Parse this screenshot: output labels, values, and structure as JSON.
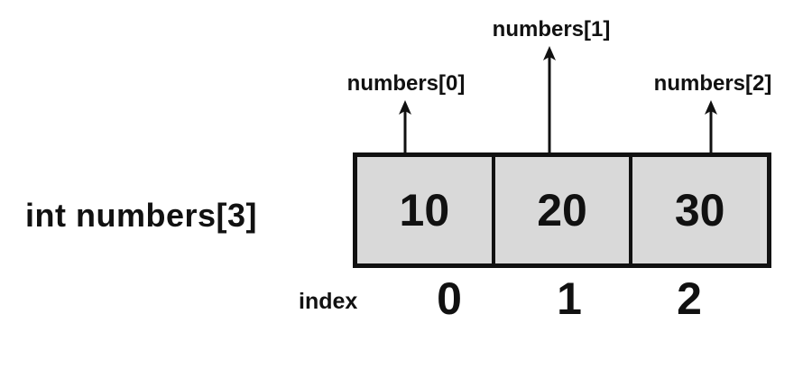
{
  "diagram": {
    "title_semantic": "array-memory-diagram",
    "declaration": "int numbers[3]",
    "pointer_labels": [
      "numbers[0]",
      "numbers[1]",
      "numbers[2]"
    ],
    "cells": [
      "10",
      "20",
      "30"
    ],
    "index_label": "index",
    "indices": [
      "0",
      "1",
      "2"
    ],
    "colors": {
      "background": "#ffffff",
      "cell_fill": "#d9d9d9",
      "line": "#111111",
      "text": "#111111"
    },
    "icons": [
      "up-arrow-icon",
      "up-arrow-icon",
      "up-arrow-icon"
    ]
  }
}
